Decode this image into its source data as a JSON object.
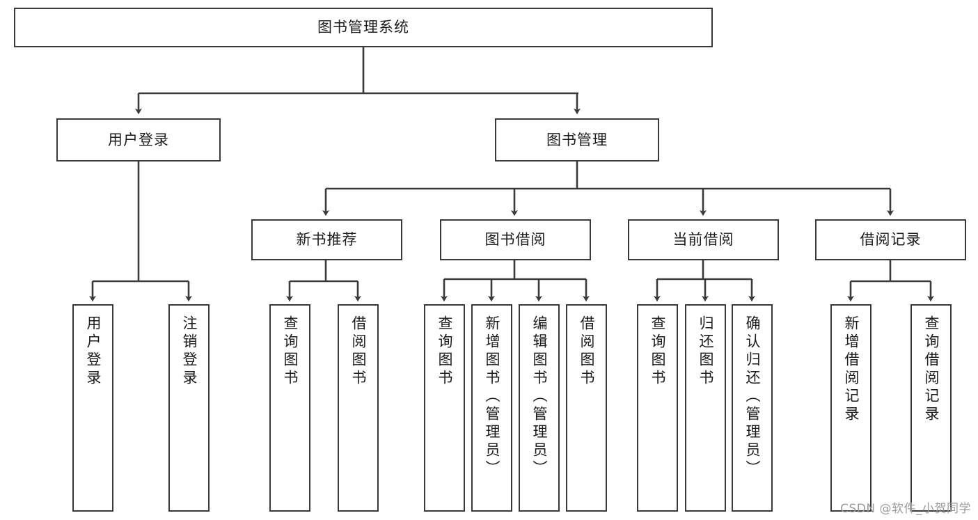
{
  "diagram": {
    "title": "图书管理系统",
    "watermark": "CSDN @软件_小贺同学",
    "colors": {
      "box_border": "#3a3a3a",
      "box_fill": "#ffffff",
      "connector": "#3a3a3a",
      "text": "#1c1c1c",
      "watermark": "#9b9b9b",
      "background": "#ffffff"
    },
    "levels": {
      "root": "图书管理系统",
      "level2": [
        "用户登录",
        "图书管理"
      ],
      "level3": [
        "新书推荐",
        "图书借阅",
        "当前借阅",
        "借阅记录"
      ]
    },
    "nodes": {
      "root": {
        "label": "图书管理系统"
      },
      "user_login": {
        "label": "用户登录"
      },
      "book_manage": {
        "label": "图书管理"
      },
      "new_book_rec": {
        "label": "新书推荐"
      },
      "book_borrow": {
        "label": "图书借阅"
      },
      "current_borrow": {
        "label": "当前借阅"
      },
      "borrow_record": {
        "label": "借阅记录"
      }
    },
    "leaves": {
      "user_login": [
        {
          "label": "用户登录"
        },
        {
          "label": "注销登录"
        }
      ],
      "new_book_rec": [
        {
          "label": "查询图书"
        },
        {
          "label": "借阅图书"
        }
      ],
      "book_borrow": [
        {
          "label": "查询图书"
        },
        {
          "label": "新增图书（管理员）"
        },
        {
          "label": "编辑图书（管理员）"
        },
        {
          "label": "借阅图书"
        }
      ],
      "current_borrow": [
        {
          "label": "查询图书"
        },
        {
          "label": "归还图书"
        },
        {
          "label": "确认归还（管理员）"
        }
      ],
      "borrow_record": [
        {
          "label": "新增借阅记录"
        },
        {
          "label": "查询借阅记录"
        }
      ]
    }
  }
}
